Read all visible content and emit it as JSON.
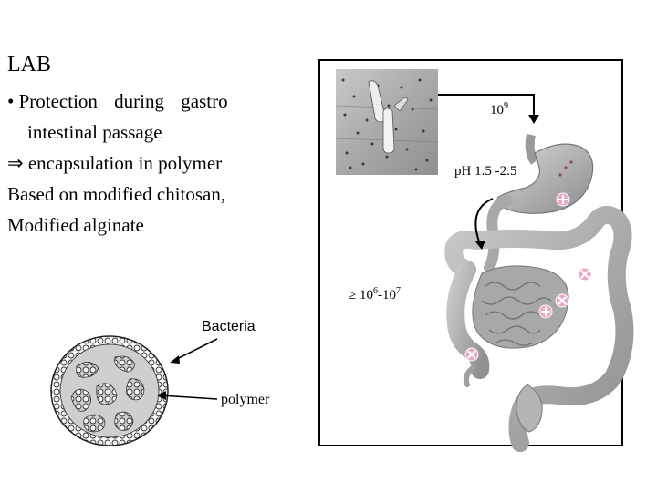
{
  "slide": {
    "title": "LAB",
    "bullet_mark": "•",
    "bullet_line1": "Protection during gastro",
    "bullet_line2": "intestinal passage",
    "implies_symbol": "⇒",
    "encapsulation": "encapsulation in polymer",
    "line3": "Based on modified chitosan,",
    "line4": "Modified alginate"
  },
  "diagram": {
    "count_stomach_base": "10",
    "count_stomach_exp": "9",
    "ph": "pH 1.5 -2.5",
    "geq_symbol": "≥",
    "count_intestine_base1": "10",
    "count_intestine_exp1": "6",
    "count_intestine_sep": "-10",
    "count_intestine_exp2": "7"
  },
  "capsule": {
    "bacteria_label": "Bacteria",
    "polymer_label": "polymer"
  }
}
